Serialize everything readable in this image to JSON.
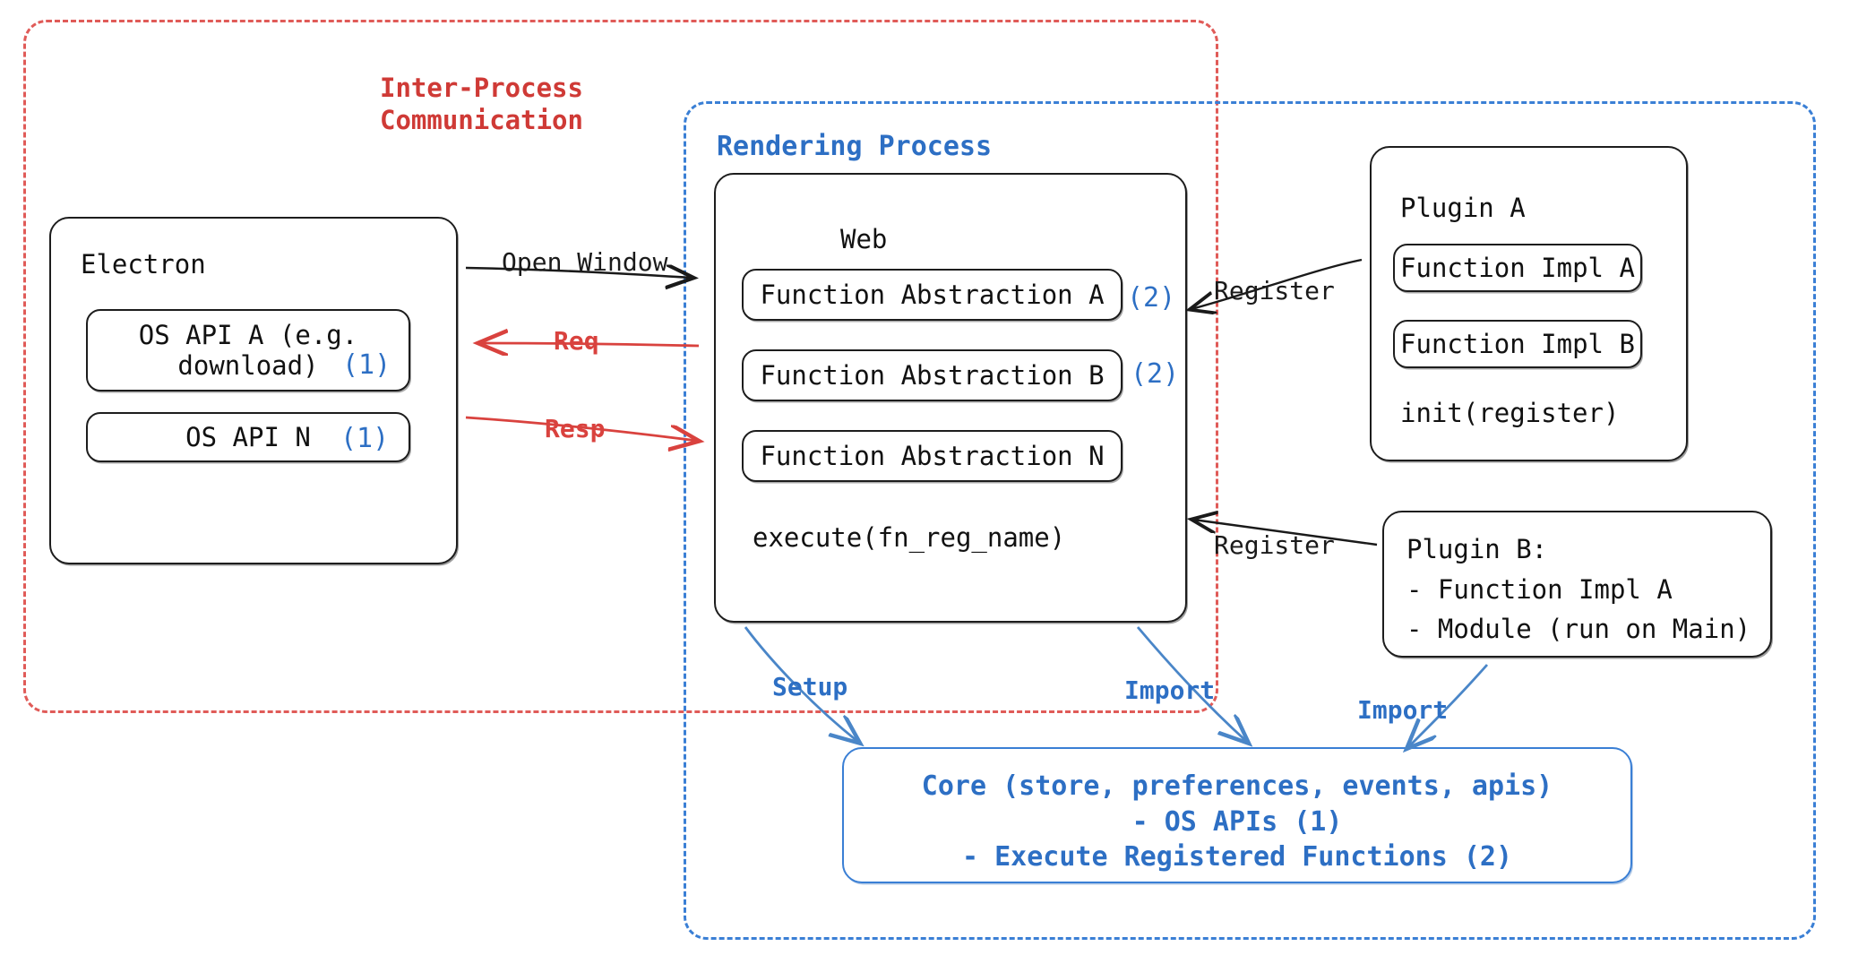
{
  "diagram": {
    "title": "Electron plugin architecture",
    "colors": {
      "ipc_red": "#cf3a36",
      "render_blue": "#2d6fc4",
      "arrow_red": "#d9423e",
      "arrow_blue": "#4a86c8",
      "ink_black": "#1d1d1d"
    }
  },
  "groups": {
    "ipc": {
      "label": "Inter-Process\nCommunication"
    },
    "rendering": {
      "label": "Rendering Process"
    }
  },
  "electron": {
    "title": "Electron",
    "apis": [
      {
        "label": "OS API A (e.g.\ndownload)",
        "tag": "(1)"
      },
      {
        "label": "OS API N",
        "tag": "(1)"
      }
    ]
  },
  "web": {
    "title": "Web",
    "abstractions": [
      {
        "label": "Function Abstraction A",
        "tag": "(2)"
      },
      {
        "label": "Function Abstraction B",
        "tag": "(2)"
      },
      {
        "label": "Function Abstraction N",
        "tag": ""
      }
    ],
    "execute": "execute(fn_reg_name)"
  },
  "plugin_a": {
    "title": "Plugin A",
    "items": [
      "Function Impl A",
      "Function Impl B"
    ],
    "init": "init(register)"
  },
  "plugin_b": {
    "title": "Plugin B:",
    "lines": [
      "- Function Impl A",
      "- Module (run on Main)"
    ]
  },
  "core": {
    "lines": [
      "Core (store, preferences, events, apis)",
      "- OS APIs (1)",
      "- Execute Registered Functions (2)"
    ]
  },
  "edges": {
    "open_window": "Open Window",
    "req": "Req",
    "resp": "Resp",
    "register_top": "Register",
    "register_bottom": "Register",
    "setup": "Setup",
    "import_left": "Import",
    "import_right": "Import"
  }
}
